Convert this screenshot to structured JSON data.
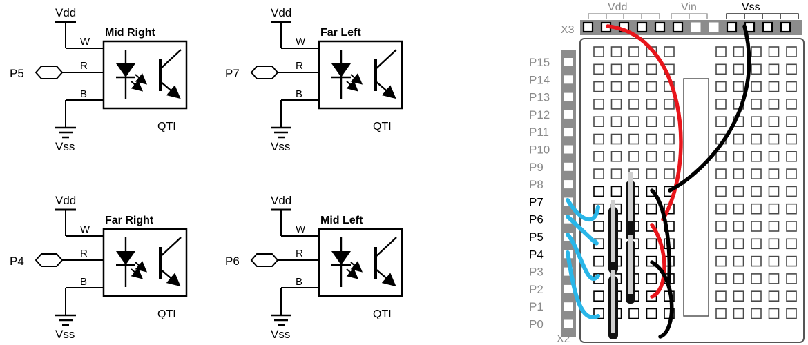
{
  "schematics": [
    {
      "id": "s1",
      "pin": "P5",
      "title": "Mid Right",
      "vdd": "Vdd",
      "vss": "Vss",
      "w": "W",
      "r": "R",
      "b": "B",
      "part": "QTI"
    },
    {
      "id": "s2",
      "pin": "P7",
      "title": "Far Left",
      "vdd": "Vdd",
      "vss": "Vss",
      "w": "W",
      "r": "R",
      "b": "B",
      "part": "QTI"
    },
    {
      "id": "s3",
      "pin": "P4",
      "title": "Far Right",
      "vdd": "Vdd",
      "vss": "Vss",
      "w": "W",
      "r": "R",
      "b": "B",
      "part": "QTI"
    },
    {
      "id": "s4",
      "pin": "P6",
      "title": "Mid Left",
      "vdd": "Vdd",
      "vss": "Vss",
      "w": "W",
      "r": "R",
      "b": "B",
      "part": "QTI"
    }
  ],
  "board": {
    "header_labels": {
      "vdd": "Vdd",
      "vin": "Vin",
      "vss": "Vss"
    },
    "x3": "X3",
    "x2": "X2",
    "pins": [
      {
        "label": "P15",
        "active": false
      },
      {
        "label": "P14",
        "active": false
      },
      {
        "label": "P13",
        "active": false
      },
      {
        "label": "P12",
        "active": false
      },
      {
        "label": "P11",
        "active": false
      },
      {
        "label": "P10",
        "active": false
      },
      {
        "label": "P9",
        "active": false
      },
      {
        "label": "P8",
        "active": false
      },
      {
        "label": "P7",
        "active": true
      },
      {
        "label": "P6",
        "active": true
      },
      {
        "label": "P5",
        "active": true
      },
      {
        "label": "P4",
        "active": true
      },
      {
        "label": "P3",
        "active": false
      },
      {
        "label": "P2",
        "active": false
      },
      {
        "label": "P1",
        "active": false
      },
      {
        "label": "P0",
        "active": false
      }
    ],
    "colors": {
      "vdd_wire": "#e8151b",
      "vss_wire": "#000000",
      "signal_wire": "#29b6e8",
      "header": "#8c8c8c",
      "board_outline": "#555555"
    }
  }
}
